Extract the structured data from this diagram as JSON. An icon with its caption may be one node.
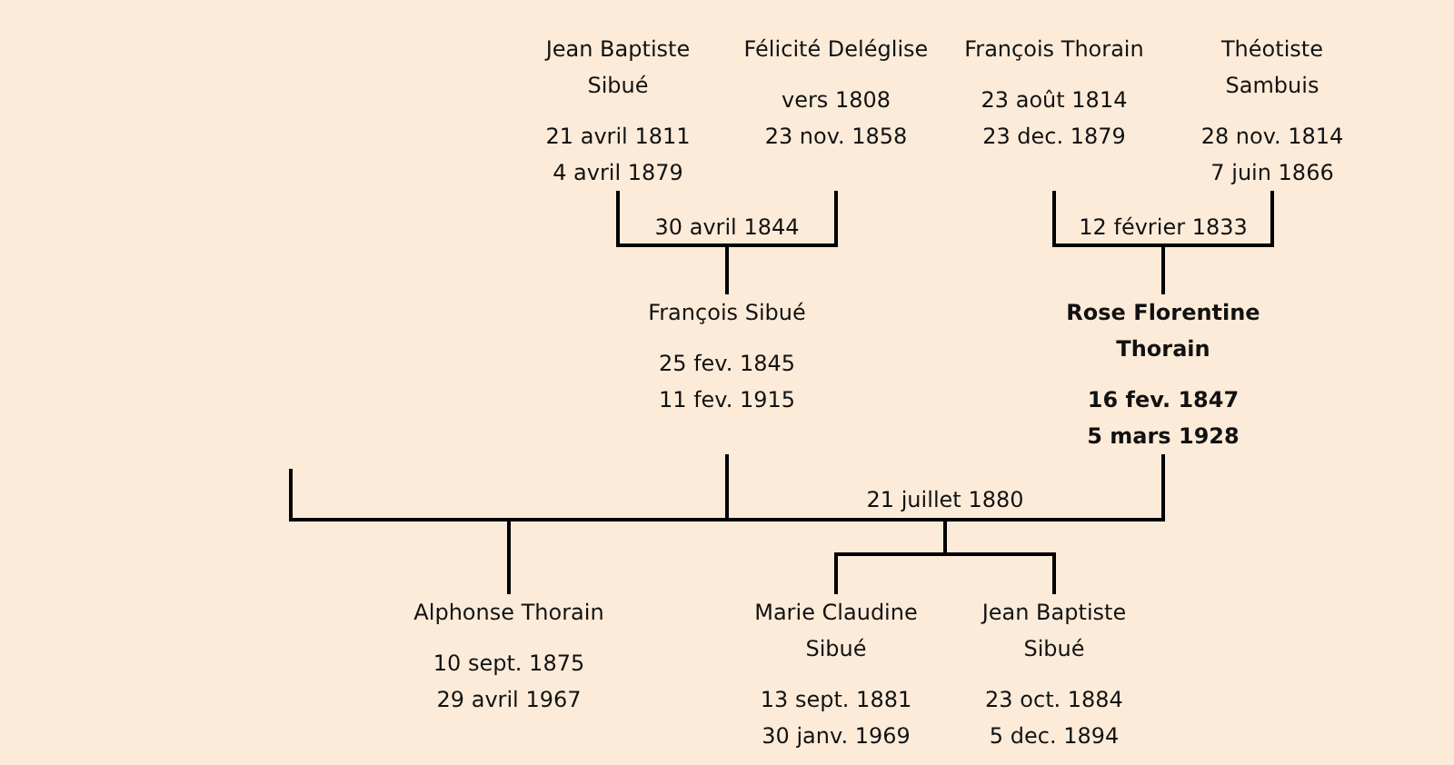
{
  "diagram": {
    "nodes": [
      {
        "text": [
          "Jean Baptiste Sibué",
          "21 avril 1811",
          "4 avril 1879"
        ]
      },
      {
        "text": [
          "Félicité Deléglise",
          "vers 1808",
          "23 nov. 1858"
        ]
      },
      {
        "text": [
          "François Thorain",
          "23 août 1814",
          "23 dec. 1879"
        ]
      },
      {
        "text": [
          "Théotiste Sambuis",
          "28 nov. 1814",
          "7 juin 1866"
        ]
      },
      {
        "text": [
          "François Sibué",
          "25 fev. 1845",
          "11 fev. 1915"
        ]
      },
      {
        "text": [
          "Rose Florentine Thorain",
          "16 fev. 1847",
          "5 mars 1928"
        ]
      },
      {
        "text": [
          "Alphonse Thorain",
          "10 sept. 1875",
          "29 avril 1967"
        ]
      },
      {
        "text": [
          "Marie Claudine Sibué",
          "13 sept. 1881",
          "30 janv. 1969"
        ]
      },
      {
        "text": [
          "Jean Baptiste Sibué",
          "23 oct. 1884",
          "5 dec. 1894"
        ]
      }
    ],
    "edges": [
      {
        "from": 0,
        "to": 4,
        "arrow": "none"
      },
      {
        "from": 1,
        "to": 4,
        "arrow": "none"
      },
      {
        "from": 2,
        "to": 5,
        "arrow": "none"
      },
      {
        "from": 3,
        "to": 5,
        "arrow": "none"
      },
      {
        "from": null,
        "to": 6,
        "arrow": "none"
      },
      {
        "from": 4,
        "to": 6,
        "arrow": "none"
      },
      {
        "from": 4,
        "to": 7,
        "arrow": "none"
      },
      {
        "from": 5,
        "to": 7,
        "arrow": "none"
      },
      {
        "from": 4,
        "to": 8,
        "arrow": "none"
      },
      {
        "from": 5,
        "to": 8,
        "arrow": "none"
      }
    ],
    "labels": [
      "30 avril 1844",
      "12 février 1833",
      "21 juillet 1880"
    ]
  }
}
